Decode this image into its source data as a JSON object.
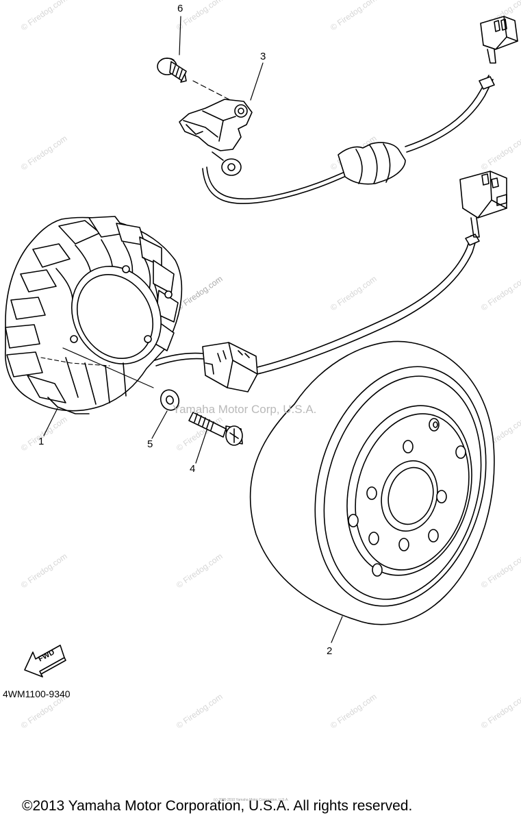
{
  "callouts": {
    "p1": "1",
    "p2": "2",
    "p3": "3",
    "p4": "4",
    "p5": "5",
    "p6": "6"
  },
  "diagram_code": "4WM1100-9340",
  "fwd_label": "FWD",
  "watermark": {
    "brand": "© Firedog.com",
    "center": "Yamaha Motor Corp, U.S.A."
  },
  "footer": {
    "copyright": "©2013 Yamaha Motor Corporation, U.S.A. All rights reserved.",
    "fineprint": "(c) 2005-2010 Yamaha Motor Corporation, U.S.A."
  },
  "parts": [
    {
      "ref": "1",
      "name": "stator-assembly"
    },
    {
      "ref": "2",
      "name": "flywheel-rotor"
    },
    {
      "ref": "3",
      "name": "pickup-coil"
    },
    {
      "ref": "4",
      "name": "screw"
    },
    {
      "ref": "5",
      "name": "washer"
    },
    {
      "ref": "6",
      "name": "bolt"
    }
  ]
}
